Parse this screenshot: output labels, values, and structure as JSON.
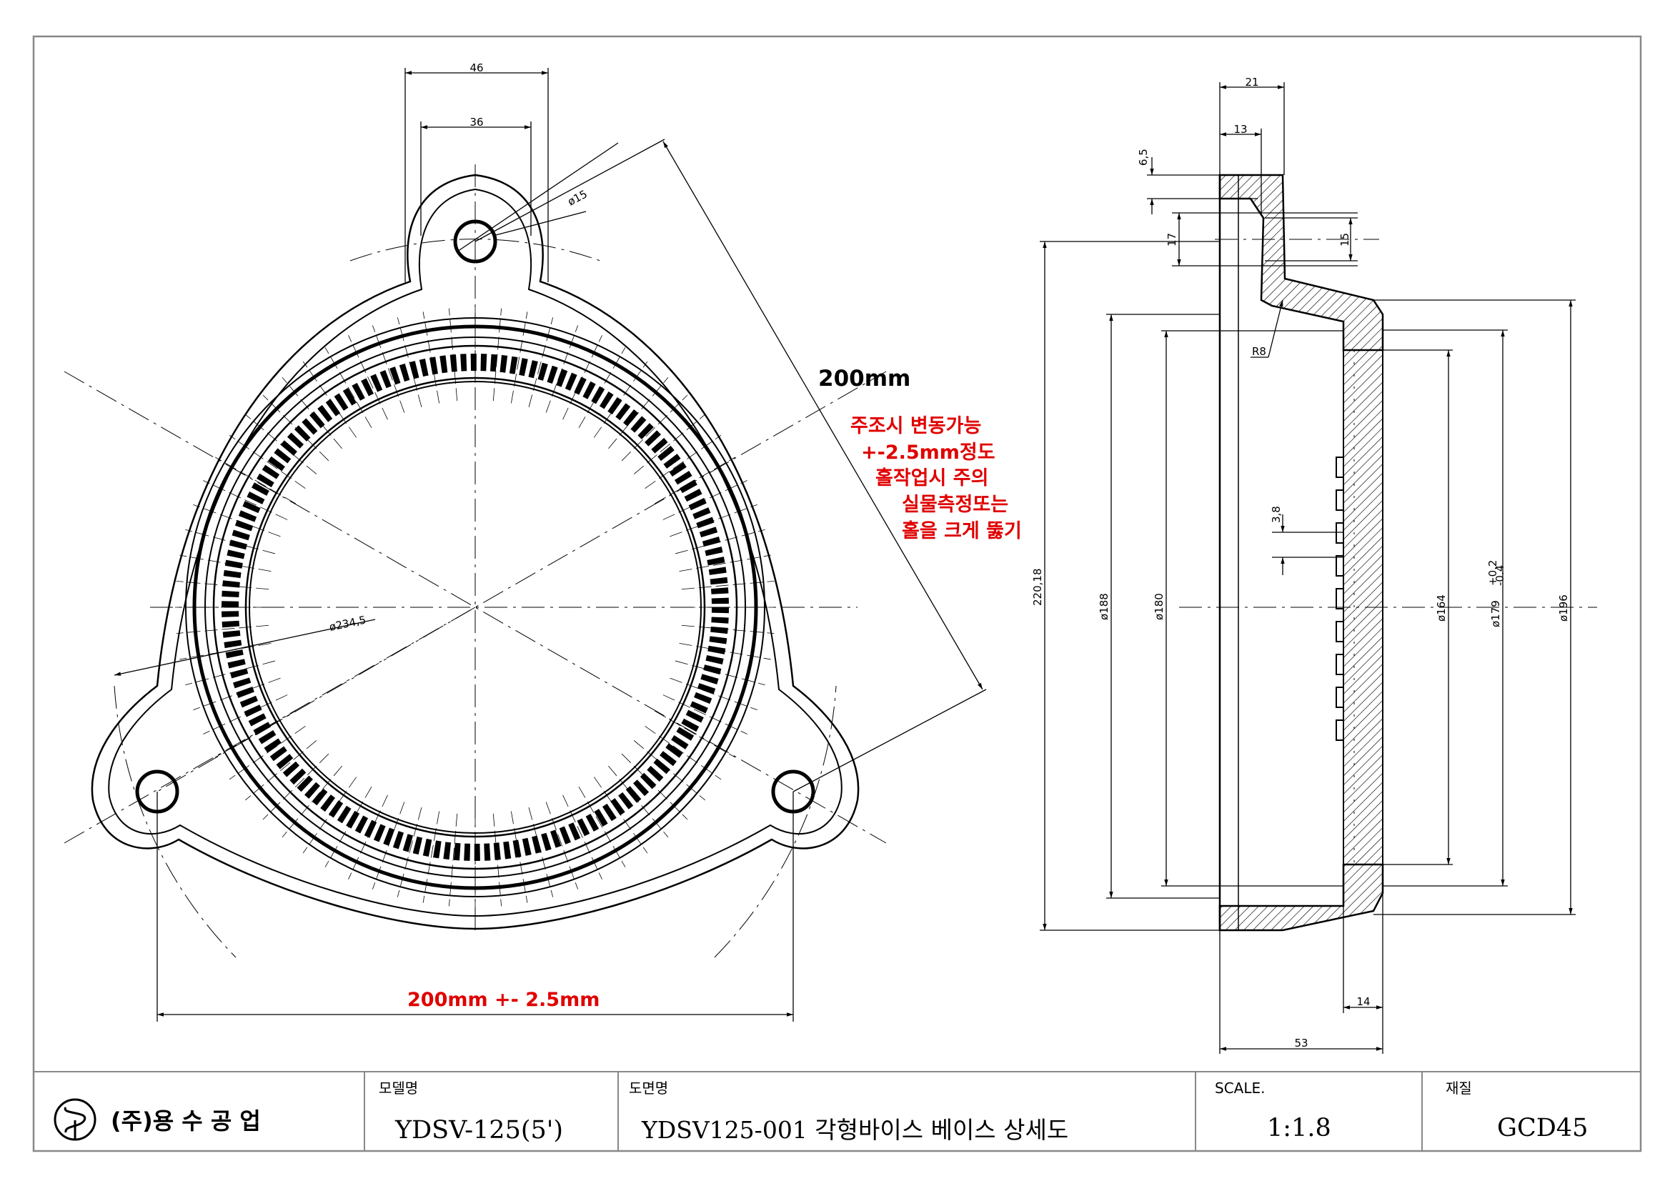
{
  "dimensions": {
    "w46": "46",
    "w36": "36",
    "d15": "ø15",
    "d2345": "ø234,5",
    "w21": "21",
    "w13": "13",
    "h65": "6,5",
    "h17": "17",
    "h15": "15",
    "r8": "R8",
    "h22018": "220,18",
    "d188": "ø188",
    "d180": "ø180",
    "t38": "3,8",
    "d164": "ø164",
    "d179": "ø179",
    "d179_tol_upper": "+0.2",
    "d179_tol_lower": "-0.4",
    "d196": "ø196",
    "w14": "14",
    "w53": "53"
  },
  "annotations": {
    "pcd_label": "200mm",
    "spacing_label": "200mm +- 2.5mm",
    "casting_note": [
      "주조시 변동가능",
      "+-2.5mm정도",
      "홀작업시 주의",
      "실물측정또는",
      "홀을 크게 뚫기"
    ]
  },
  "title_block": {
    "company": "(주)용 수 공 업",
    "model_label": "모델명",
    "model_value": "YDSV-125(5')",
    "drawing_label": "도면명",
    "drawing_value": "YDSV125-001 각형바이스 베이스 상세도",
    "scale_label": "SCALE.",
    "scale_value": "1:1.8",
    "material_label": "재질",
    "material_value": "GCD45"
  },
  "colors": {
    "line": "#000000",
    "note": "#e00000",
    "frame": "#888888"
  }
}
